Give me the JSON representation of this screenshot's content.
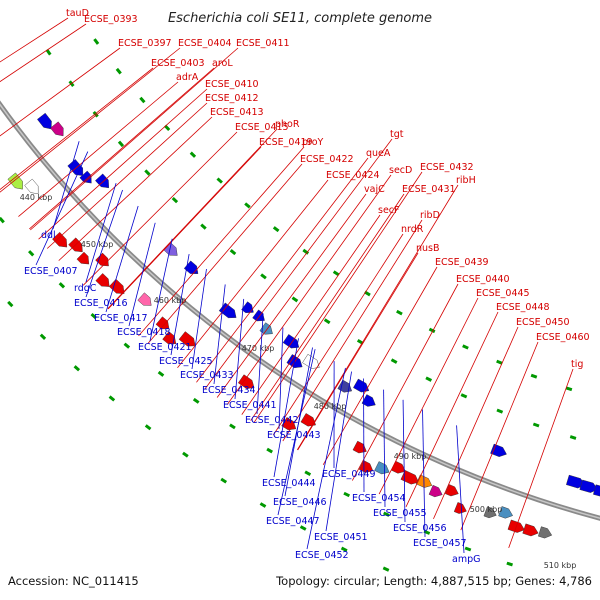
{
  "title": "Escherichia coli SE11, complete genome",
  "footer": {
    "accession": "Accession: NC_011415",
    "summary": "Topology: circular; Length: 4,887,515 bp; Genes: 4,786"
  },
  "ticks": [
    "440 kbp",
    "450 kbp",
    "460 kbp",
    "470 kbp",
    "480 kbp",
    "490 kbp",
    "500 kbp",
    "510 kbp"
  ],
  "labels_top": [
    "tauD",
    "ECSE_0393",
    "ECSE_0397",
    "ECSE_0404",
    "ECSE_0411",
    "ECSE_0403",
    "aroL",
    "adrA",
    "ECSE_0410",
    "ECSE_0412",
    "ECSE_0413",
    "ECSE_0415",
    "phoR",
    "ECSE_0419",
    "proY",
    "ECSE_0422",
    "tgt",
    "queA",
    "ECSE_0424",
    "secD",
    "ECSE_0432",
    "vajC",
    "ribH",
    "ECSE_0431",
    "secF",
    "ribD",
    "nrdR",
    "nusB",
    "ECSE_0439",
    "ECSE_0440",
    "ECSE_0445",
    "ECSE_0448",
    "ECSE_0450",
    "ECSE_0460",
    "tig"
  ],
  "labels_bottom": [
    "ddl",
    "ECSE_0407",
    "rdgC",
    "ECSE_0416",
    "ECSE_0417",
    "ECSE_0418",
    "ECSE_0421",
    "ECSE_0425",
    "ECSE_0433",
    "ECSE_0434",
    "ECSE_0441",
    "ECSE_0442",
    "ECSE_0443",
    "ECSE_0444",
    "ECSE_0449",
    "ECSE_0446",
    "ECSE_0454",
    "ECSE_0447",
    "ECSE_0455",
    "ECSE_0451",
    "ECSE_0456",
    "ECSE_0452",
    "ECSE_0457",
    "ampG"
  ],
  "colors": {
    "backbone": "#8a8a8a",
    "forward_gene": "#e80000",
    "reverse_gene": "#0000e0",
    "gc_tick": "#009900",
    "label_top": "#d40000",
    "label_bottom": "#0000cc"
  }
}
